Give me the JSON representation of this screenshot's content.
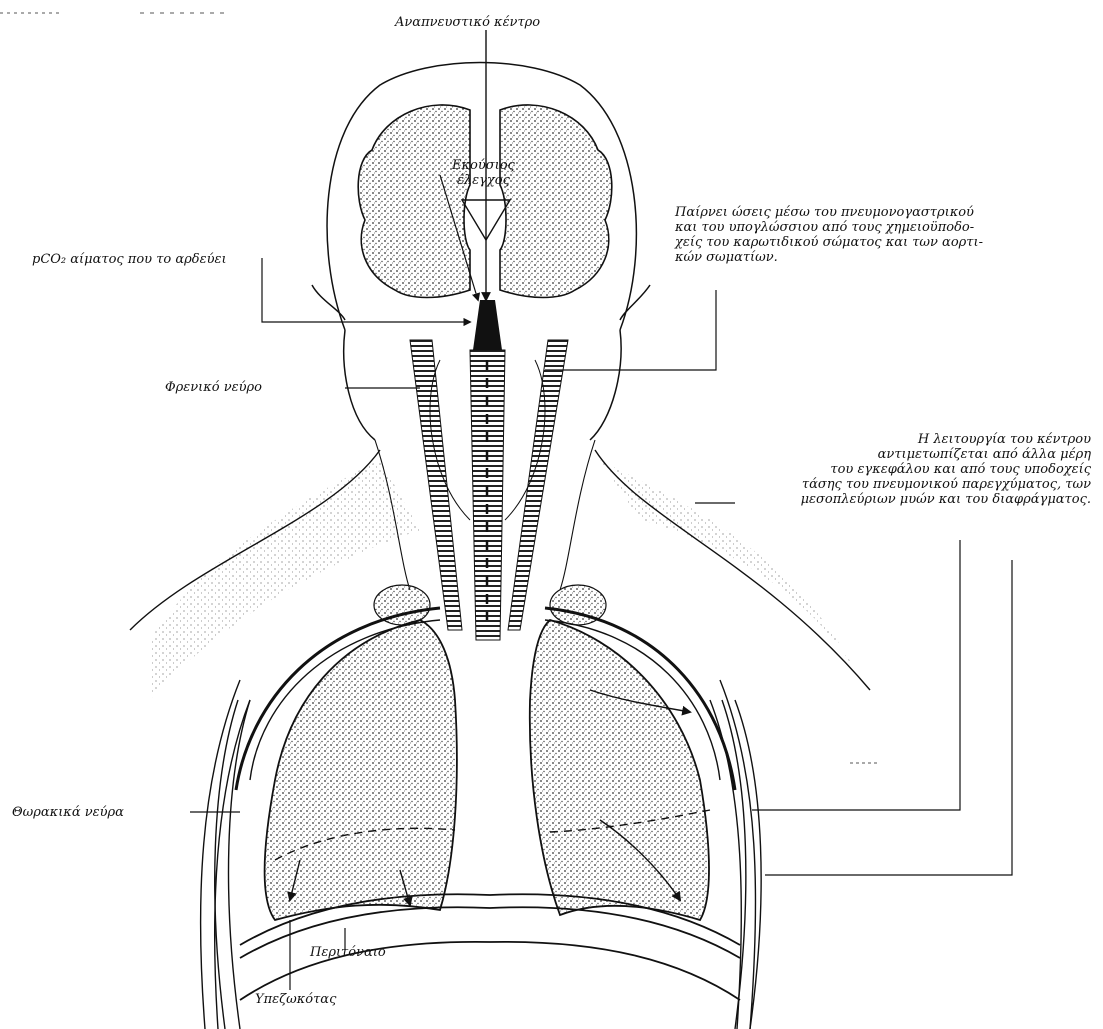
{
  "labels": {
    "center_title": "Αναπνευστικό κέντρο",
    "voluntary_control": [
      "Εκούσιος",
      "έλεγχος"
    ],
    "pco2": "pCO₂ αίματος που το αρδεύει",
    "phrenic": "Φρενικό νεύρο",
    "vagus_note": [
      "Παίρνει ώσεις μέσω του πνευμονογαστρικού",
      "και του υπογλώσσιου από τους χημειοϋποδο-",
      "χείς του καρωτιδικού σώματος και των αορτι-",
      "κών σωματίων."
    ],
    "modulation_note": [
      "Η λειτουργία του κέντρου",
      "αντιμετωπίζεται από άλλα μέρη",
      "του εγκεφάλου και από τους υποδοχείς",
      "τάσης του πνευμονικού παρεγχύματος, των",
      "μεσοπλεύριων μυών και του διαφράγματος."
    ],
    "thoracic": "Θωρακικά νεύρα",
    "peritoneum": "Περιτόναιο",
    "pleura": "Υπεζωκότας"
  },
  "colors": {
    "ink": "#111111",
    "paper": "#ffffff",
    "stipple": "#9a9a9a"
  }
}
